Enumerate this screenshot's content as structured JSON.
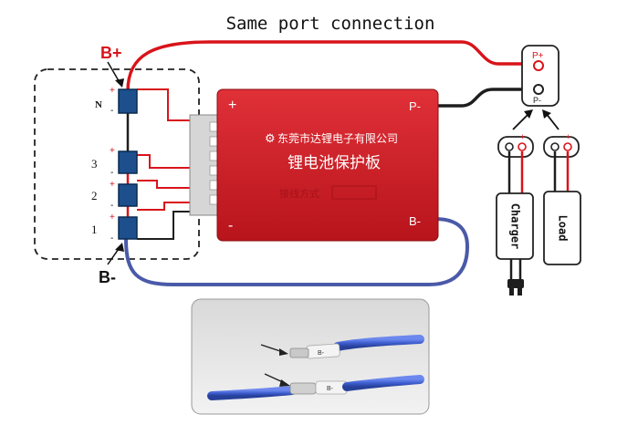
{
  "title": "Same port connection",
  "battery": {
    "b_plus": "B+",
    "b_minus": "B-",
    "cells": [
      {
        "label": "N",
        "plus": "+",
        "minus": "-"
      },
      {
        "label": "3",
        "plus": "+",
        "minus": "-"
      },
      {
        "label": "2",
        "plus": "+",
        "minus": "-"
      },
      {
        "label": "1",
        "plus": "+",
        "minus": "-"
      }
    ]
  },
  "board": {
    "plus": "+",
    "minus": "-",
    "p_minus": "P-",
    "b_minus": "B-",
    "brand": "东莞市达锂电子有限公司",
    "name": "锂电池保护板",
    "model": "接线方式"
  },
  "port": {
    "p_plus": "P+",
    "p_minus": "P-"
  },
  "charger": {
    "label": "Charger",
    "minus": "-",
    "plus": "+"
  },
  "load": {
    "label": "Load",
    "minus": "-",
    "plus": "+"
  },
  "photo": {
    "tag_top": "B-",
    "tag_bottom": "B-"
  },
  "colors": {
    "red_wire": "#d8141a",
    "black_wire": "#1e1e1e",
    "blue_wire": "#4a5aa8",
    "board": "#d4202a",
    "cell": "#1d4f8c"
  }
}
